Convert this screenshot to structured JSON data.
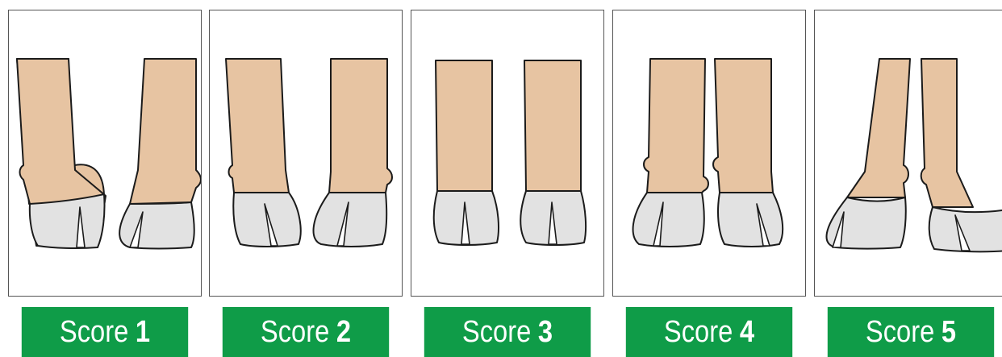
{
  "colors": {
    "skin": "#e7c4a2",
    "hoof": "#e2e2e2",
    "outline": "#1b1b1b",
    "banner": "#0f9c48",
    "frame": "#555555"
  },
  "panels": [
    {
      "id": 1,
      "word": "Score",
      "num": "1",
      "stance": "toe-out"
    },
    {
      "id": 2,
      "word": "Score",
      "num": "2",
      "stance": "slight toe-out"
    },
    {
      "id": 3,
      "word": "Score",
      "num": "3",
      "stance": "straight"
    },
    {
      "id": 4,
      "word": "Score",
      "num": "4",
      "stance": "slight toe-in"
    },
    {
      "id": 5,
      "word": "Score",
      "num": "5",
      "stance": "toe-in"
    }
  ]
}
